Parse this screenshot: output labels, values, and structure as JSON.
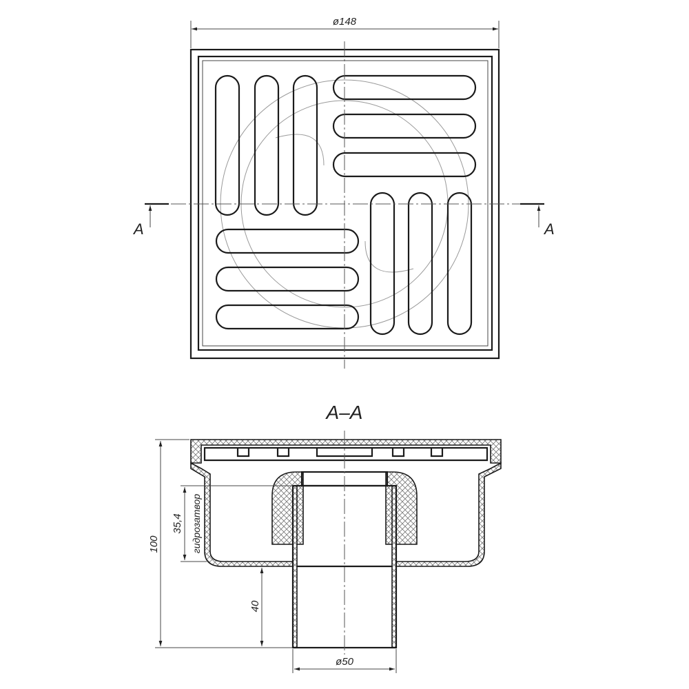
{
  "top_view": {
    "diameter_label": "ø148",
    "section_mark_left": "A",
    "section_mark_right": "A"
  },
  "section_view": {
    "title": "A–A",
    "height_label": "100",
    "seal_height_label": "35,4",
    "seal_label": "гидрозатвор",
    "outlet_length_label": "40",
    "outlet_diameter_label": "ø50"
  }
}
